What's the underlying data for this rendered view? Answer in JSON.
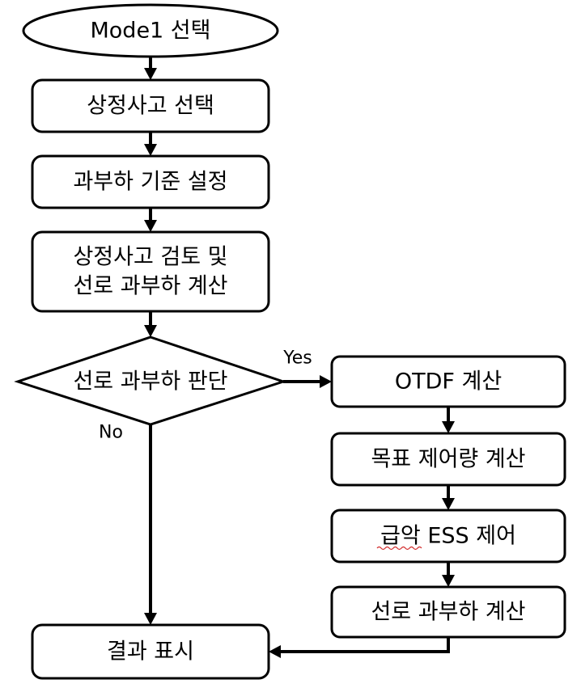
{
  "nodes": {
    "start": "Mode1 선택",
    "select_contingency": "상정사고 선택",
    "set_overload_criteria": "과부하 기준 설정",
    "review_line1": "상정사고 검토 및",
    "review_line2": "선로 과부하 계산",
    "decision": "선로 과부하 판단",
    "otdf": "OTDF 계산",
    "target_control": "목표 제어량 계산",
    "ess_control": "급악 ESS 제어",
    "recalc": "선로 과부하 계산",
    "result": "결과 표시"
  },
  "edges": {
    "yes_label": "Yes",
    "no_label": "No"
  },
  "colors": {
    "stroke": "#000000",
    "fill": "#ffffff",
    "spellcheck_underline": "#d32f2f"
  }
}
